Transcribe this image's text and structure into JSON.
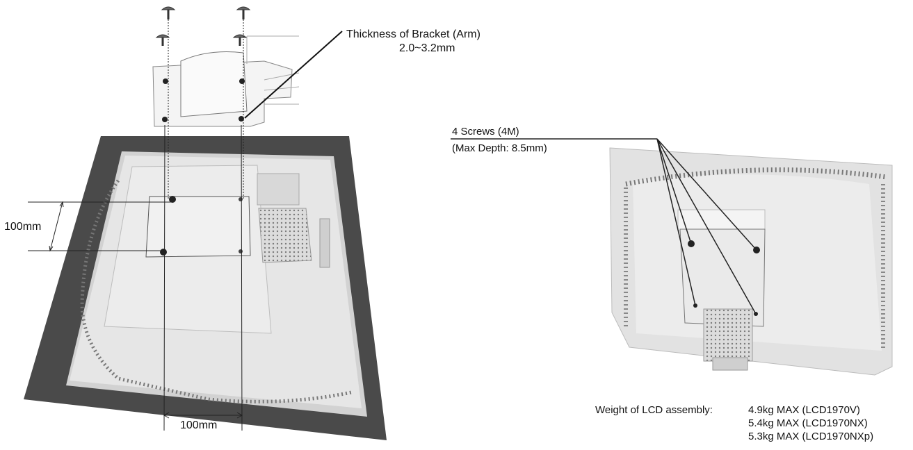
{
  "left_view": {
    "bracket_thickness_label": "Thickness of Bracket (Arm)",
    "bracket_thickness_value": "2.0~3.2mm",
    "vertical_spacing_label": "100mm",
    "horizontal_spacing_label": "100mm"
  },
  "right_view": {
    "screws_label": "4 Screws (4M)",
    "max_depth_label": "(Max Depth: 8.5mm)",
    "weight": {
      "label": "Weight of LCD assembly:",
      "values": [
        "4.9kg MAX (LCD1970V)",
        "5.4kg MAX (LCD1970NX)",
        "5.3kg MAX (LCD1970NXp)"
      ]
    }
  },
  "colors": {
    "mat": "#4a4a4a",
    "monitor_back": "#e4e4e4",
    "monitor_edge": "#c8c8c8",
    "line": "#222222"
  }
}
